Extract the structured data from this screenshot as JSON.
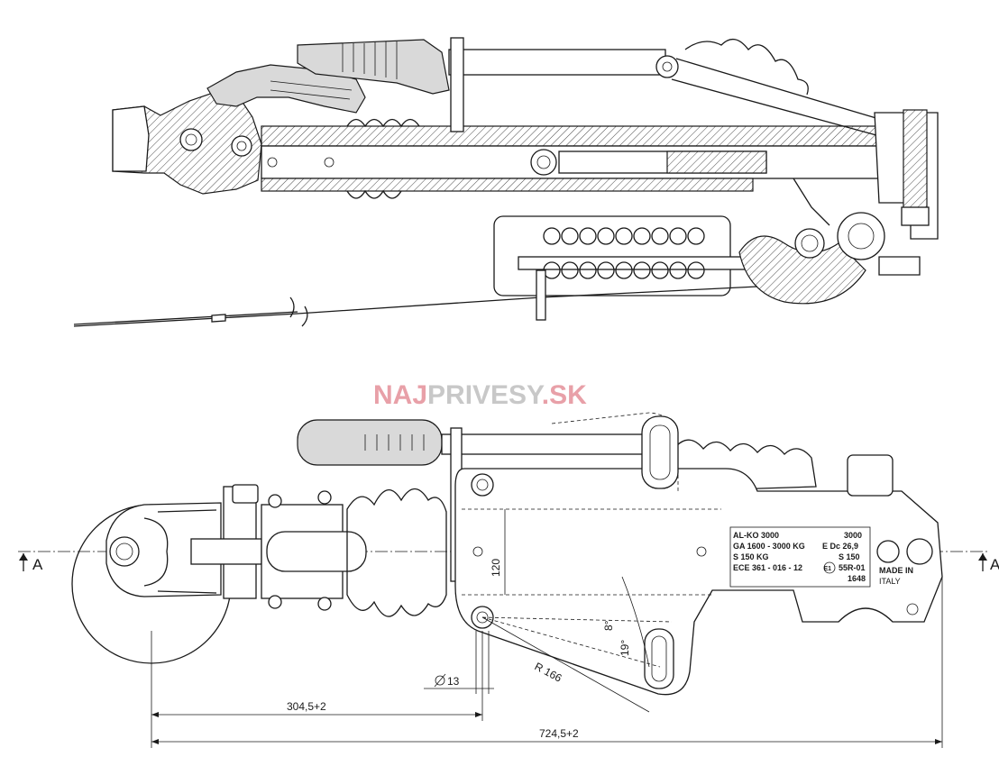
{
  "watermark": {
    "part1": "NAJ",
    "part2": "PRIVESY",
    "part3": ".SK",
    "color1": "#e8a0a8",
    "color2": "#c8c8c8",
    "color3": "#e8a0a8"
  },
  "section_marks": {
    "left": "A",
    "right": "A"
  },
  "dimensions": {
    "d1": "304,5+2",
    "d2": "724,5+2",
    "diameter": "13",
    "height": "120",
    "radius": "R 166",
    "angle1": "8°",
    "angle2": "19°"
  },
  "nameplate": {
    "left_lines": [
      "AL-KO 3000",
      "GA  1600 - 3000 KG",
      "S  150 KG",
      "ECE 361 - 016 - 12"
    ],
    "right_lines": [
      "3000",
      "E  Dc 26,9",
      "S 150",
      "55R-01",
      "1648"
    ],
    "mark": "E1",
    "origin_lines": [
      "MADE IN",
      "ITALY"
    ]
  }
}
